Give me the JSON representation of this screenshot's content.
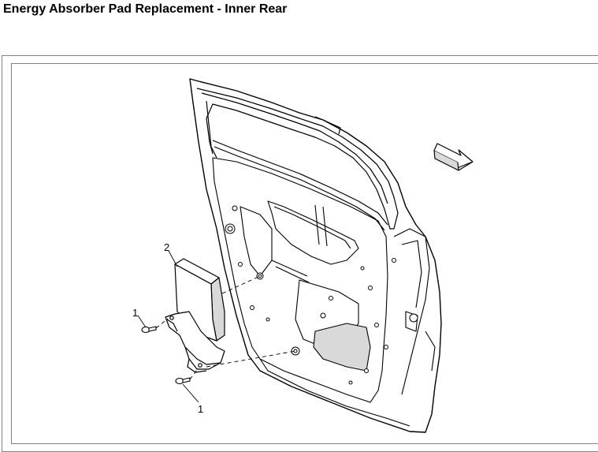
{
  "page": {
    "title": "Energy Absorber Pad Replacement - Inner Rear"
  },
  "illustration": {
    "callouts": [
      {
        "label": "2",
        "part": "energy-absorber-pad"
      },
      {
        "label": "1",
        "part": "retainer-upper"
      },
      {
        "label": "1",
        "part": "retainer-lower"
      }
    ]
  },
  "colors": {
    "line": "#000000",
    "frame": "#808080",
    "shade": "#d9d9d9",
    "background": "#ffffff"
  }
}
